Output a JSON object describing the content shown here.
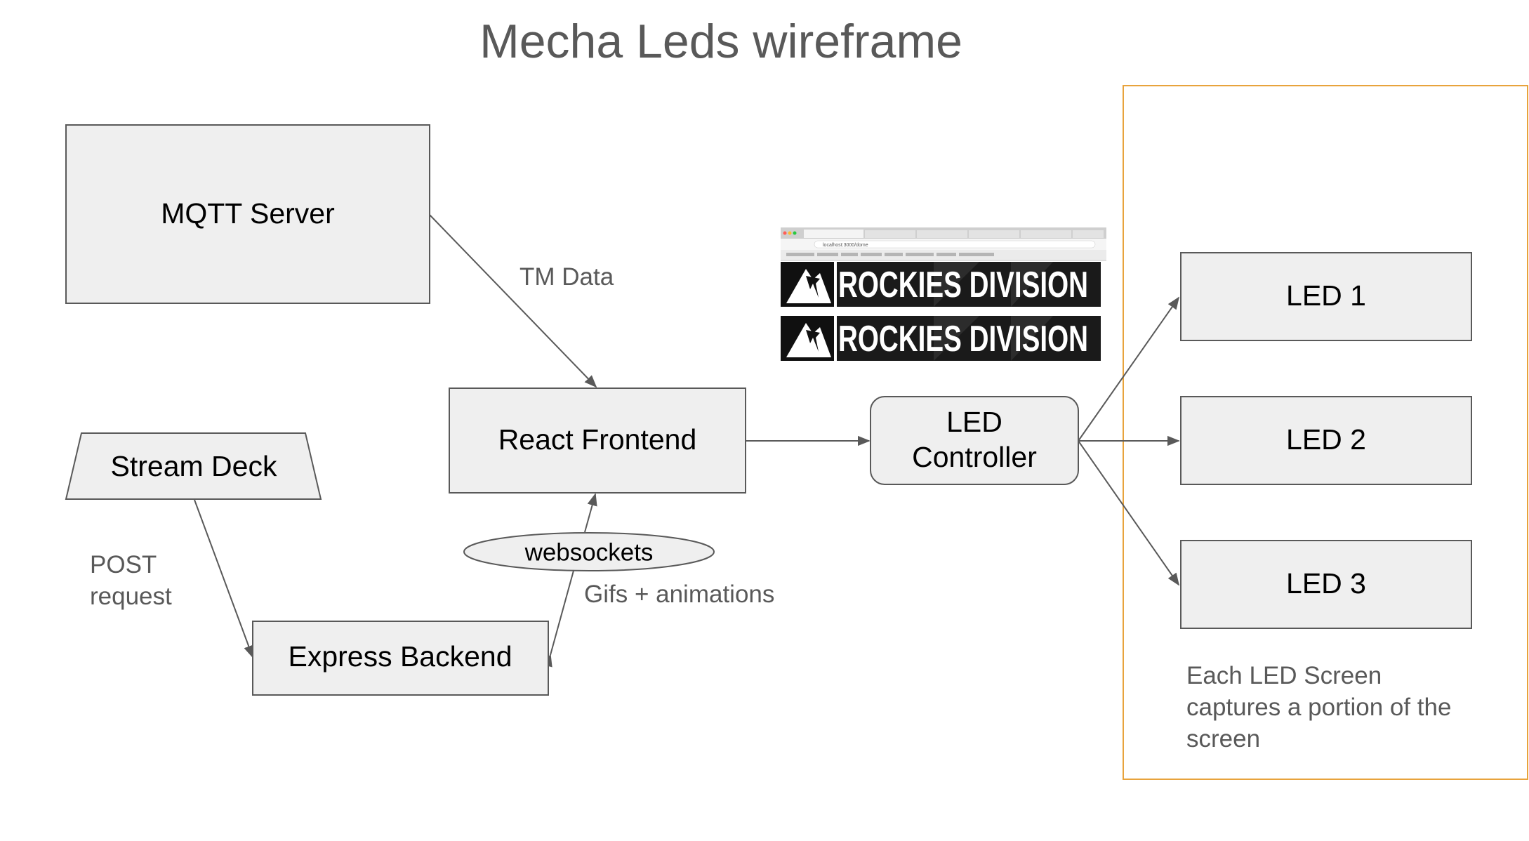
{
  "title": "Mecha Leds wireframe",
  "nodes": {
    "mqtt_server": "MQTT Server",
    "react_frontend": "React Frontend",
    "stream_deck": "Stream Deck",
    "express_backend": "Express Backend",
    "websockets": "websockets",
    "led_controller_line1": "LED",
    "led_controller_line2": "Controller",
    "led1": "LED 1",
    "led2": "LED 2",
    "led3": "LED 3"
  },
  "edge_labels": {
    "tm_data": "TM Data",
    "post_line1": "POST",
    "post_line2": "request",
    "gifs": "Gifs + animations"
  },
  "note": {
    "line1": "Each LED Screen",
    "line2": "captures a portion of the",
    "line3": "screen"
  },
  "screenshot": {
    "banner_text": "ROCKIES DIVISION",
    "address": "localhost:3000/dome"
  },
  "colors": {
    "box_fill": "#efefef",
    "stroke": "#595959",
    "group_border": "#e8a33c",
    "label_text": "#595959"
  }
}
